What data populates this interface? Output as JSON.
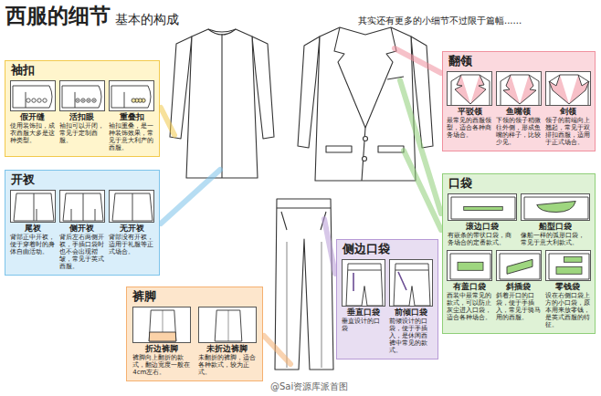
{
  "diagram": {
    "title": "西服的细节",
    "nodes": [
      {
        "text": [
          "袖扣"
        ]
      },
      {
        "text": [
          "假开缝",
          "使用装饰扣，成衣西服大多是这种类型。"
        ],
        "in": 0
      },
      {
        "text": [
          "活扣眼",
          "袖扣可以开闭，常见于定制西服。"
        ],
        "in": 0
      },
      {
        "text": [
          "重叠扣",
          "袖扣重叠，是一种装饰效果，常见于意大利产的西服。"
        ],
        "in": 0
      },
      {
        "text": [
          "开衩"
        ]
      },
      {
        "text": [
          "尾衩",
          "背部正中开衩，便于穿着时的身体自由活动。"
        ],
        "in": 4
      },
      {
        "text": [
          "侧开衩",
          "背后左右两侧开衩，手插口袋时也不会出现褶皱，常见于英式西服。"
        ],
        "in": 4
      },
      {
        "text": [
          "无开衩",
          "背部没有开衩，适用于礼服等正式场合。"
        ],
        "in": 4
      },
      {
        "text": [
          "裤脚"
        ]
      },
      {
        "text": [
          "折边裤脚",
          "裤脚向上翻折的款式，翻边宽度一般在4cm左右。"
        ],
        "in": 8
      },
      {
        "text": [
          "未折边裤脚",
          "未翻折的裤脚，适合各种款式，较为正式。"
        ],
        "in": 8
      },
      {
        "text": [
          "侧边口袋"
        ]
      },
      {
        "text": [
          "垂直口袋",
          "垂直设计的口袋"
        ],
        "in": 11
      },
      {
        "text": [
          "前倾口袋",
          "前倾设计的口袋，便于手插入，是休闲西裤中常见的款式。"
        ],
        "in": 11
      },
      {
        "text": [
          "翻领"
        ]
      },
      {
        "text": [
          "平驳领",
          "最常见的西服领型，适合各种商务场合。"
        ],
        "in": 14
      },
      {
        "text": [
          "鱼嘴领",
          "下领的领子稍微往外侧，形成鱼嘴的样子，比较少见。"
        ],
        "in": 14
      },
      {
        "text": [
          "剑领",
          "领子的前端向上翘起，常见于双排扣西服，适用于正式场合。"
        ],
        "in": 14
      },
      {
        "text": [
          "口袋"
        ]
      },
      {
        "text": [
          "滚边口袋",
          "有嵌条的带状口袋，商务场合的定番款式。"
        ],
        "in": 18
      },
      {
        "text": [
          "船型口袋",
          "像船一样的弧形口袋，常见于意大利款式。"
        ],
        "in": 18
      },
      {
        "text": [
          "有盖口袋",
          "西装中最常见的款式，可以防止灰尘进入口袋，适合各种场合。"
        ],
        "in": 18
      },
      {
        "text": [
          "斜插袋",
          "斜着开口的口袋，便于手插入，常见于骑马用的西服。"
        ],
        "in": 18
      },
      {
        "text": [
          "零钱袋",
          "设在右侧口袋上方的小口袋，原本用来放零钱，是英式西服的特征。"
        ],
        "in": 18
      }
    ],
    "labels": [
      "基本的构成",
      "其实还有更多的小细节不过限于篇幅......",
      "@Sai资源库派首图"
    ]
  }
}
